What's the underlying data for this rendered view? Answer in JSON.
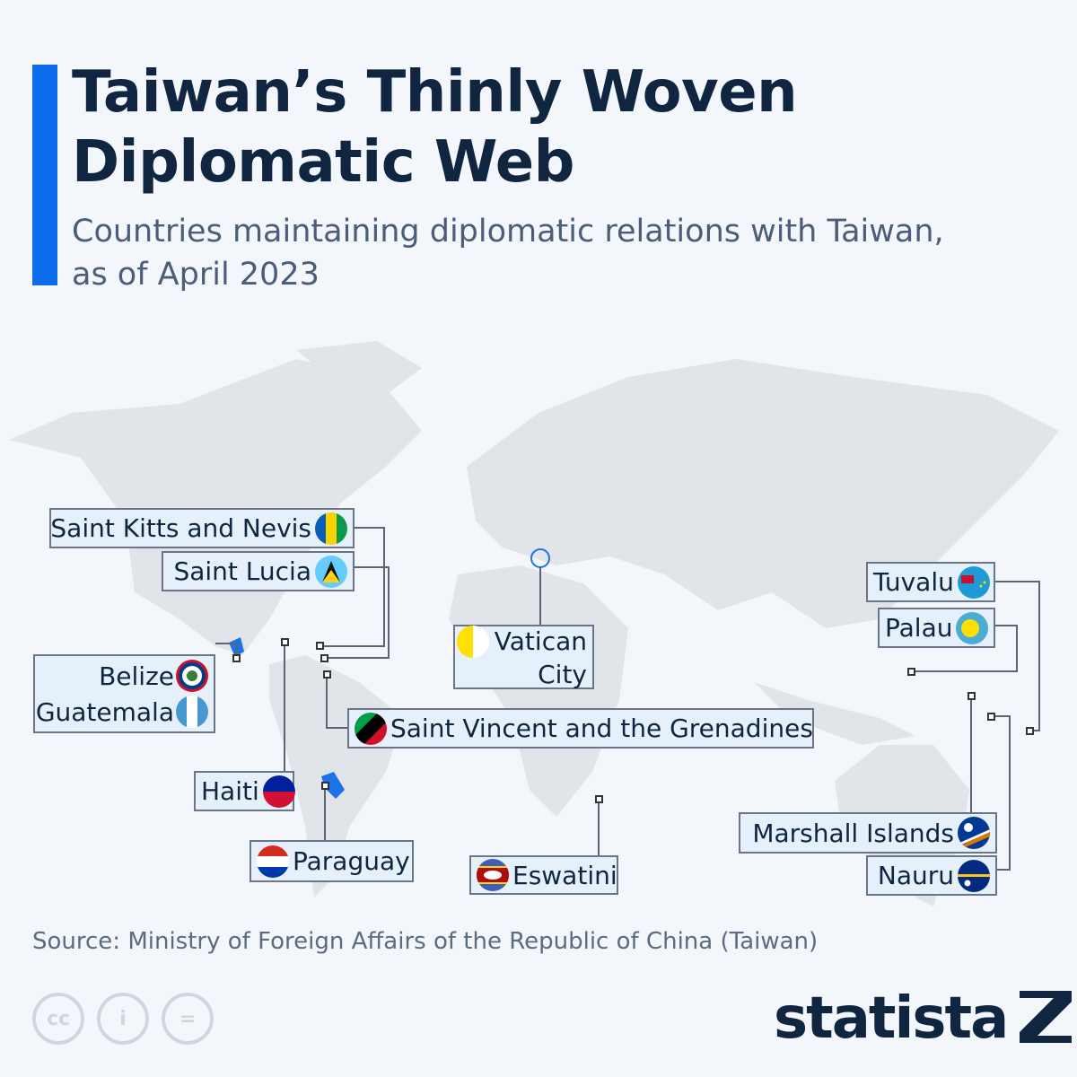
{
  "header": {
    "title_line1": "Taiwan’s Thinly Woven",
    "title_line2": "Diplomatic Web",
    "subtitle_line1": "Countries maintaining diplomatic relations with Taiwan,",
    "subtitle_line2": "as of April 2023"
  },
  "countries": {
    "saint_kitts": "Saint Kitts and Nevis",
    "saint_lucia": "Saint Lucia",
    "belize": "Belize",
    "guatemala": "Guatemala",
    "haiti": "Haiti",
    "paraguay": "Paraguay",
    "svg": "Saint Vincent and the Grenadines",
    "vatican": "Vatican",
    "vatican2": "City",
    "eswatini": "Eswatini",
    "tuvalu": "Tuvalu",
    "palau": "Palau",
    "marshall": "Marshall Islands",
    "nauru": "Nauru"
  },
  "footer": {
    "source": "Source: Ministry of Foreign Affairs of the Republic of China (Taiwan)",
    "cc": "cc",
    "by": "i",
    "nd": "=",
    "brand": "statista"
  },
  "colors": {
    "accent": "#0b6bea",
    "title": "#0f2540",
    "map": "#e1e4e8",
    "highlight": "#1a73e8"
  }
}
